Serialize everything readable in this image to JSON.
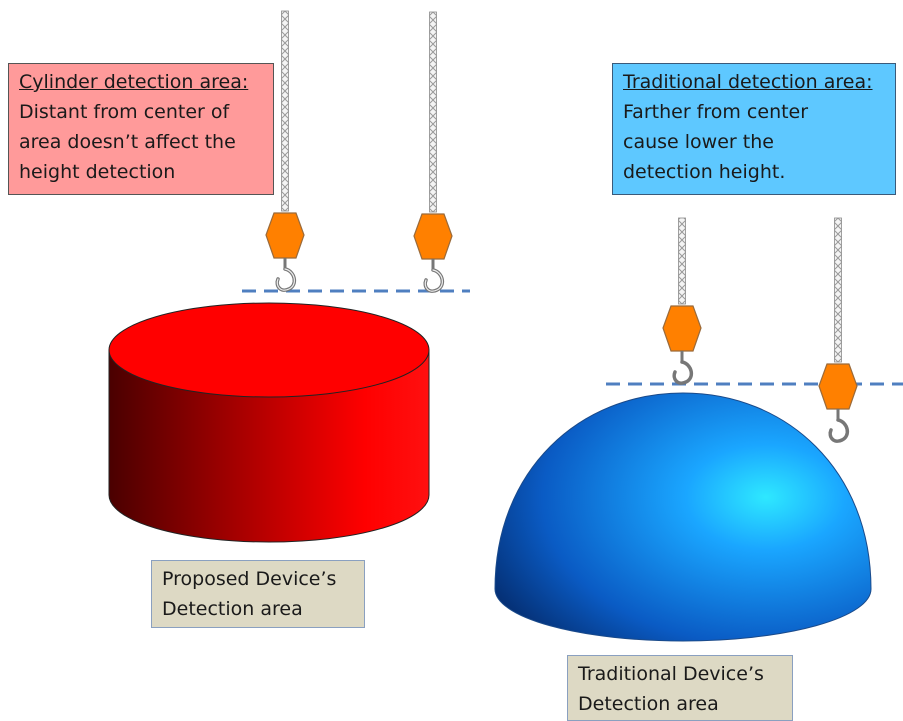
{
  "cylinder_note": {
    "title": "Cylinder detection area:",
    "lines": [
      "Distant from center of",
      "area doesn’t affect the",
      "height detection"
    ]
  },
  "traditional_note": {
    "title": "Traditional detection area:",
    "lines": [
      "Farther from center",
      "cause lower the",
      "detection height."
    ]
  },
  "proposed_label": [
    "Proposed Device’s",
    "Detection area"
  ],
  "traditional_label": [
    "Traditional Device’s",
    "Detection area"
  ],
  "colors": {
    "cylinder": "#ff0000",
    "hemisphere": "#1e7fe0",
    "hook_weight": "#ff8000",
    "dashed_line": "#4f7fc0"
  }
}
